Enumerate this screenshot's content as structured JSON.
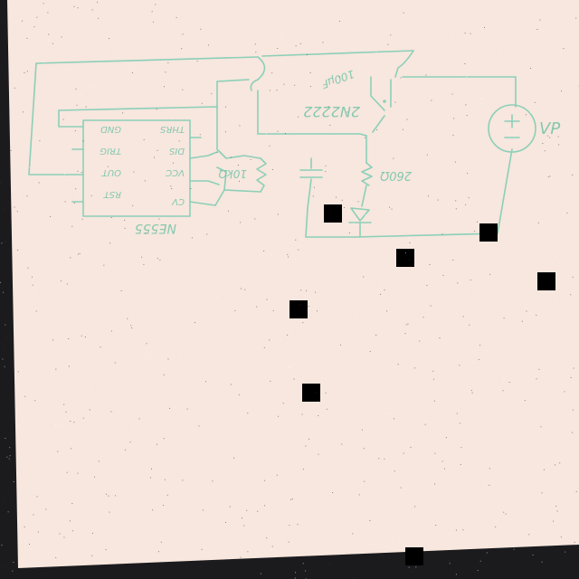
{
  "colors": {
    "paper": "#f7e7de",
    "ink": "#8ccfb8",
    "background": "#1b1b1e",
    "marker": "#000000"
  },
  "chip": {
    "name": "NE555",
    "pins_left": [
      "VCC",
      "DIS",
      "THRS",
      "CV"
    ],
    "pins_right": [
      "GND",
      "TRIG",
      "OUT",
      "RST"
    ]
  },
  "components": {
    "transistor": "2N2222",
    "resistor_timing": "10kΩ",
    "capacitor": "100μF",
    "resistor_led": "260Ω",
    "source": "VP"
  }
}
